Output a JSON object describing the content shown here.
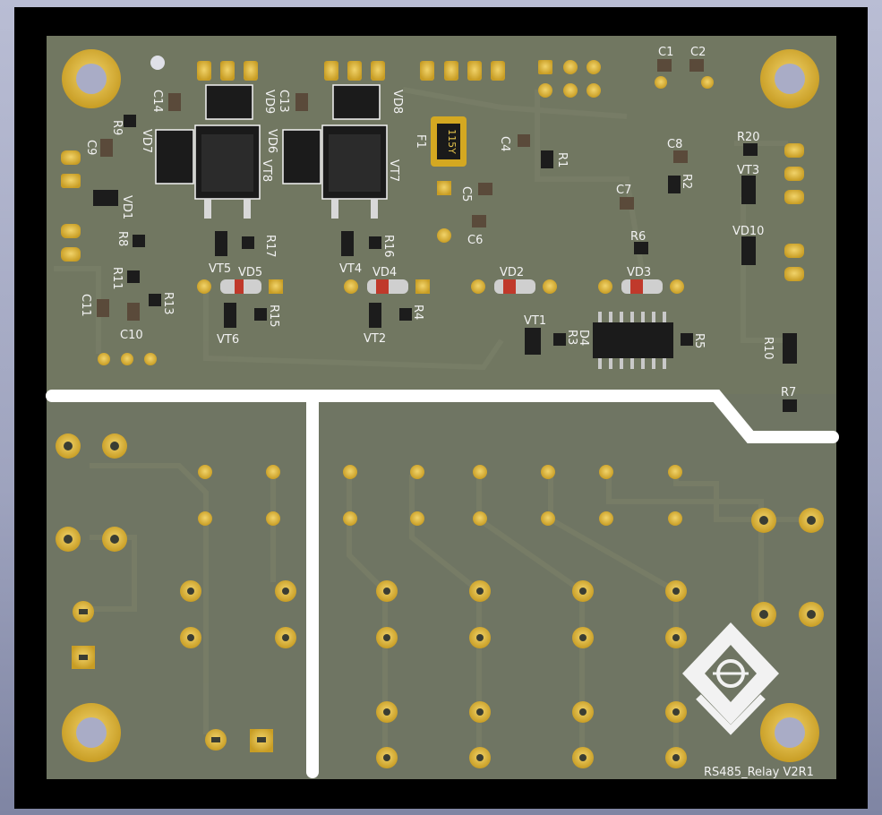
{
  "board": {
    "title": "RS485_Relay V2R1",
    "fuse_marking": "115Y"
  },
  "colors": {
    "viewer_bg": "#a3a8c2",
    "substrate": "#6f7563",
    "copper_pour": "#656b59",
    "trace": "#7a7f69",
    "gold": "#d8b23c",
    "silkscreen": "#f2f2f2"
  },
  "labels": {
    "C1": "C1",
    "C2": "C2",
    "C4": "C4",
    "C5": "C5",
    "C6": "C6",
    "C7": "C7",
    "C8": "C8",
    "C9": "C9",
    "C10": "C10",
    "C11": "C11",
    "C13": "C13",
    "C14": "C14",
    "R1": "R1",
    "R2": "R2",
    "R3": "R3",
    "R4": "R4",
    "R5": "R5",
    "R6": "R6",
    "R7": "R7",
    "R8": "R8",
    "R9": "R9",
    "R10": "R10",
    "R11": "R11",
    "R13": "R13",
    "R15": "R15",
    "R16": "R16",
    "R17": "R17",
    "R20": "R20",
    "VD1": "VD1",
    "VD2": "VD2",
    "VD3": "VD3",
    "VD4": "VD4",
    "VD5": "VD5",
    "VD6": "VD6",
    "VD7": "VD7",
    "VD8": "VD8",
    "VD9": "VD9",
    "VD10": "VD10",
    "VT1": "VT1",
    "VT2": "VT2",
    "VT3": "VT3",
    "VT4": "VT4",
    "VT5": "VT5",
    "VT6": "VT6",
    "VT7": "VT7",
    "VT8": "VT8",
    "F1": "F1",
    "D4": "D4"
  },
  "icons": {
    "logo": "diamond-logo-icon"
  }
}
